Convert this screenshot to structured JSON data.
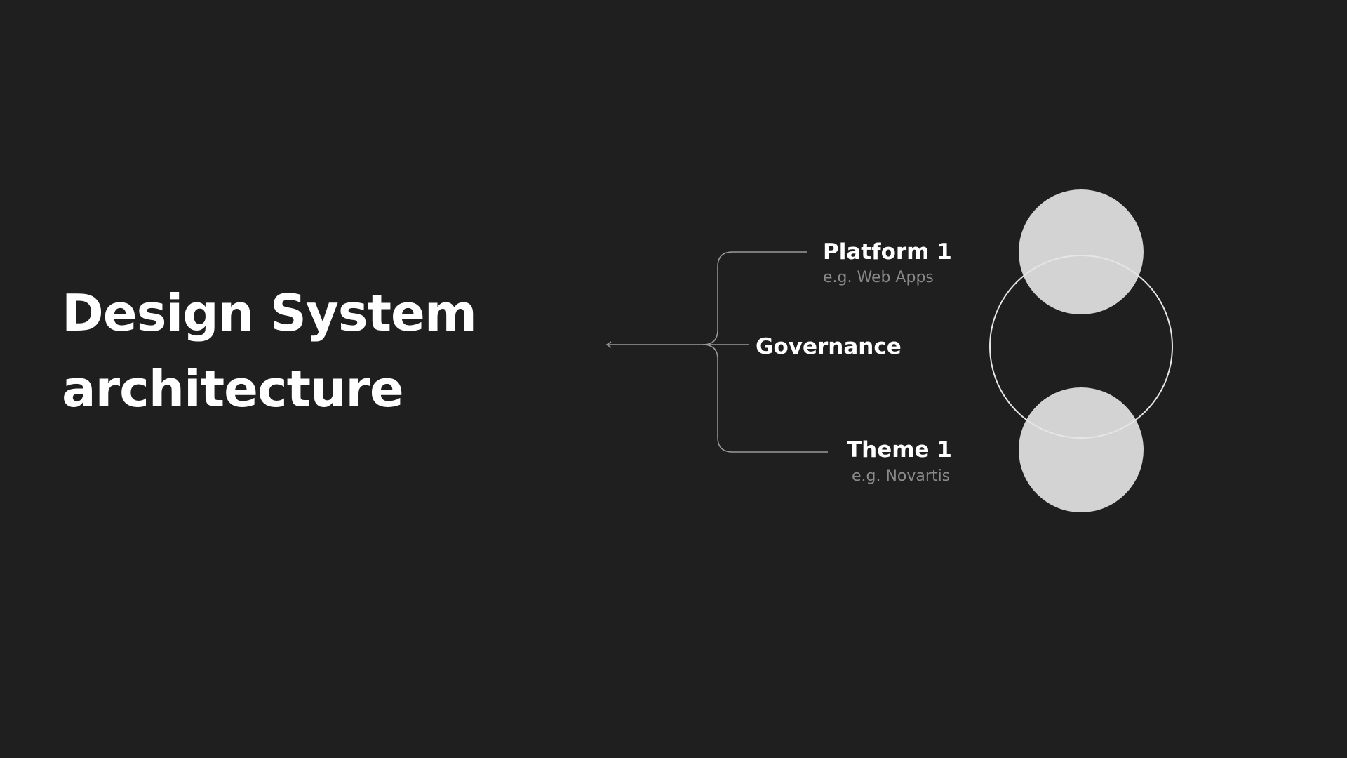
{
  "title": {
    "line1": "Design System",
    "line2": "architecture"
  },
  "diagram": {
    "center_label": "Governance",
    "top": {
      "label": "Platform 1",
      "example": "e.g. Web Apps"
    },
    "bottom": {
      "label": "Theme 1",
      "example": "e.g. Novartis"
    }
  },
  "colors": {
    "background": "#1f1f1f",
    "text": "#ffffff",
    "subtext": "#8a8a8a",
    "circle_fill": "#d3d3d3",
    "line": "#9a9a9a",
    "ring": "#e6e6e6"
  }
}
